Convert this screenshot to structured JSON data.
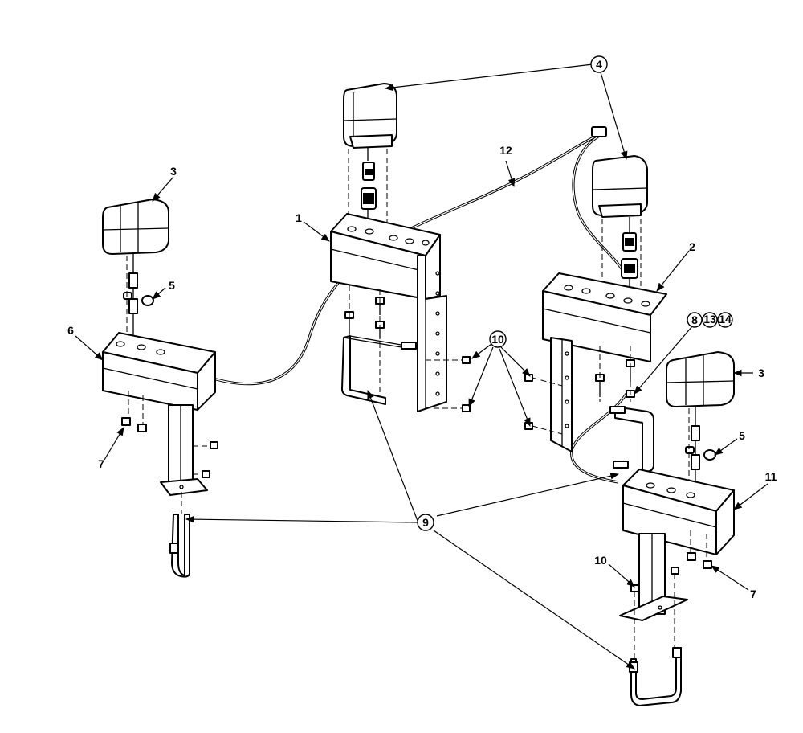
{
  "callouts": {
    "c1": "1",
    "c2": "2",
    "c3a": "3",
    "c3b": "3",
    "c4": "4",
    "c5a": "5",
    "c5b": "5",
    "c6": "6",
    "c7a": "7",
    "c7b": "7",
    "c8": "8",
    "c13": "13",
    "c14": "14",
    "c9": "9",
    "c10a": "10",
    "c10b": "10",
    "c11": "11",
    "c12": "12"
  },
  "colors": {
    "line": "#000000",
    "background": "#ffffff"
  }
}
